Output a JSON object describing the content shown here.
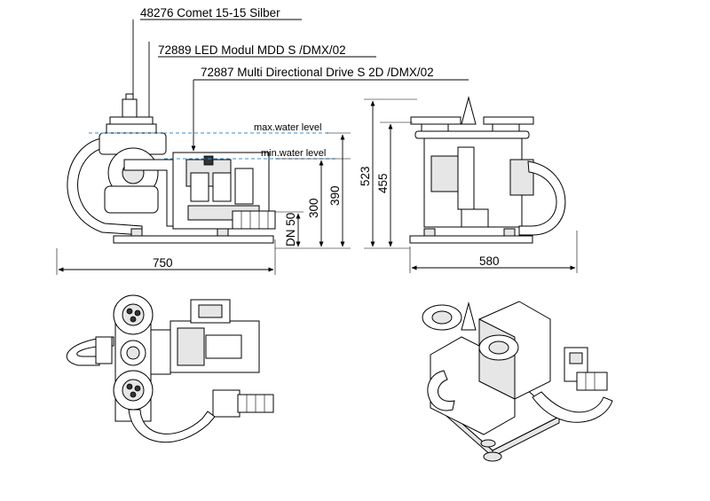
{
  "callouts": {
    "comet": "48276 Comet 15-15 Silber",
    "led": "72889 LED Modul MDD S /DMX/02",
    "drive": "72887 Multi Directional Drive S 2D /DMX/02"
  },
  "levels": {
    "max": "max.water level",
    "min": "min.water level"
  },
  "dimensions": {
    "width_side": "750",
    "width_front": "580",
    "dn": "DN 50",
    "h300": "300",
    "h390": "390",
    "h523": "523",
    "h455": "455"
  },
  "colors": {
    "water_line": "#3a8fd0",
    "line": "#000000"
  }
}
